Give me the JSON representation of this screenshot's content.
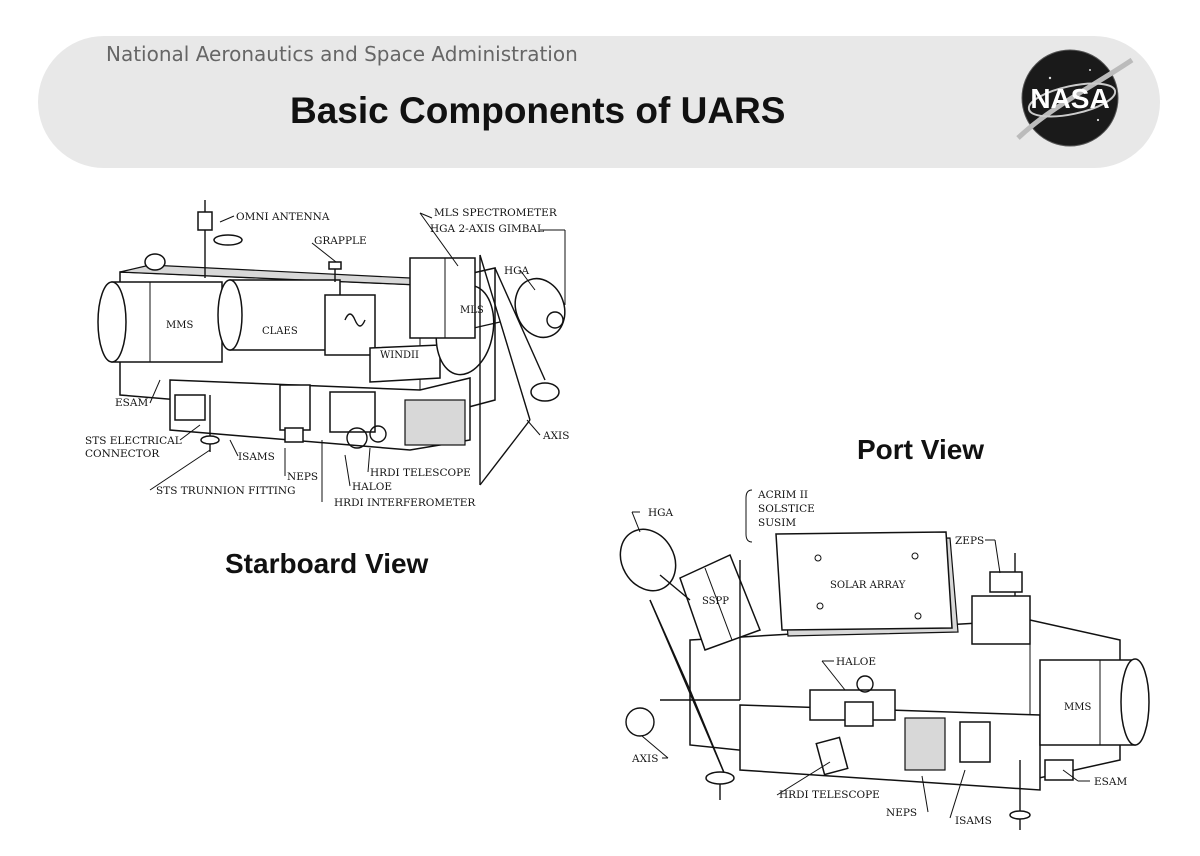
{
  "header": {
    "agency": "National Aeronautics and Space Administration",
    "title": "Basic Components of UARS",
    "logo_text": "NASA"
  },
  "starboard": {
    "caption": "Starboard View",
    "labels": {
      "omni_antenna": "OMNI ANTENNA",
      "grapple": "GRAPPLE",
      "mls_spectrometer": "MLS SPECTROMETER",
      "hga_gimbal": "HGA 2-AXIS GIMBAL",
      "hga": "HGA",
      "mms": "MMS",
      "claes": "CLAES",
      "mls": "MLS",
      "windii": "WINDII",
      "esam": "ESAM",
      "sts_electrical": "STS ELECTRICAL",
      "connector": "CONNECTOR",
      "isams": "ISAMS",
      "neps": "NEPS",
      "axis": "AXIS",
      "hrdi_telescope": "HRDI TELESCOPE",
      "haloe": "HALOE",
      "sts_trunnion": "STS TRUNNION FITTING",
      "hrdi_interferometer": "HRDI INTERFEROMETER"
    }
  },
  "port": {
    "caption": "Port View",
    "labels": {
      "hga": "HGA",
      "acrim": "ACRIM II",
      "solstice": "SOLSTICE",
      "susim": "SUSIM",
      "zeps": "ZEPS",
      "solar_array": "SOLAR ARRAY",
      "sspp": "SSPP",
      "haloe": "HALOE",
      "mms": "MMS",
      "axis": "AXIS",
      "esam": "ESAM",
      "hrdi_telescope": "HRDI TELESCOPE",
      "neps": "NEPS",
      "isams": "ISAMS"
    }
  }
}
